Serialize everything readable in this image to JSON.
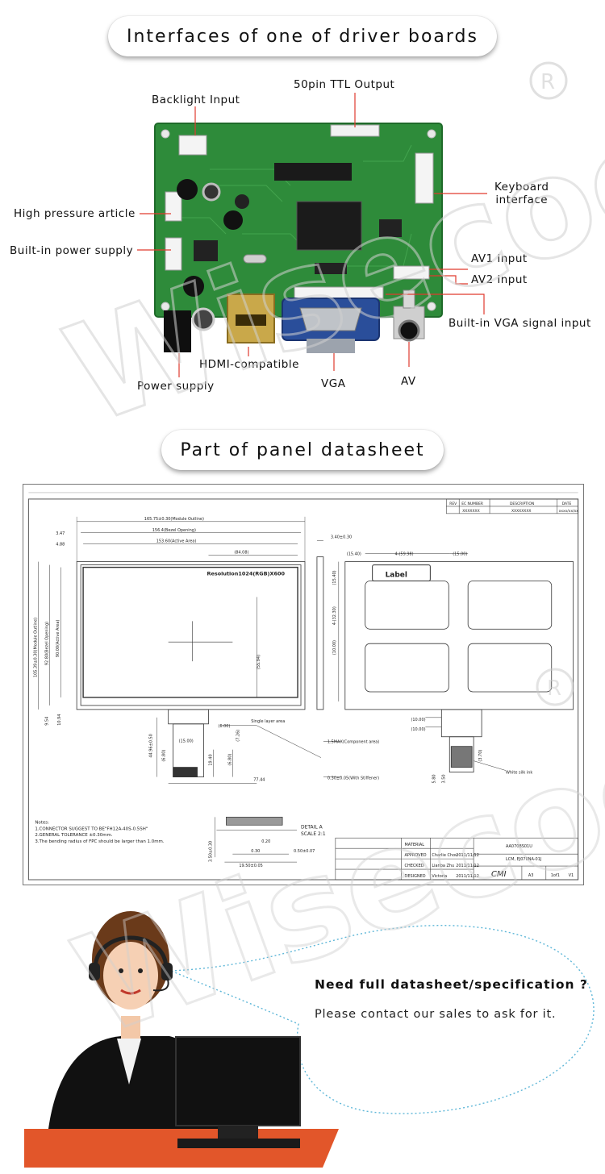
{
  "section1": {
    "title": "Interfaces of one of driver boards",
    "labels": {
      "ttl_output": "50pin TTL Output",
      "backlight_input": "Backlight Input",
      "keyboard_interface_line1": "Keyboard",
      "keyboard_interface_line2": "interface",
      "high_pressure_article": "High pressure article",
      "builtin_power_supply": "Built-in power supply",
      "av1_input": "AV1 input",
      "av2_input": "AV2 input",
      "builtin_vga_input": "Built-in VGA signal input",
      "hdmi_compatible": "HDMI-compatible",
      "power_supply": "Power supply",
      "vga": "VGA",
      "av": "AV"
    }
  },
  "section2": {
    "title": "Part of panel datasheet",
    "drawing": {
      "module_outline": "165.75±0.30(Module Outline)",
      "bezel_opening": "156.4(Bezel Opening)",
      "active_area": "153.60(Active Area)",
      "dim_347": "3.47",
      "dim_488": "4.88",
      "dim_8408": "(84.08)",
      "resolution": "Resolution1024(RGB)X600",
      "dim_5594": "(55.94)",
      "v_module_outline": "105.39±0.30(Module Outline)",
      "v_bezel_opening": "92.80(Bezel Opening)",
      "v_active_area": "90.00(Active Area)",
      "dim_954": "9.54",
      "dim_1094": "10.94",
      "single_layer": "Single layer area",
      "dim_600": "(6.00)",
      "dim_1500": "(15.00)",
      "dim_726": "(7.26)",
      "dim_4496": "44.96±0.50",
      "dim_680": "(6.80)",
      "dim_1940": "19.40",
      "dim_6801": "(6.80)",
      "dim_7744": "77.44",
      "dim_340": "3.40±0.30",
      "component_area": "1.5MAX(Component area)",
      "stiffener": "0.30±0.05(With Stiffener)",
      "dim_1540a": "(15.40)",
      "dim_5998": "4-(59.98)",
      "dim_1500b": "(15.00)",
      "label_box": "Label",
      "dim_1540b": "(15.40)",
      "dim_3230": "4-(32.30)",
      "dim_1000a": "(10.00)",
      "dim_1000b": "(10.00)",
      "dim_1000c": "(10.00)",
      "dim_370": "(3.70)",
      "dim_580": "5.80",
      "dim_350": "3.50",
      "white_ink": "White silk ink",
      "notes_title": "Notes:",
      "note1": "1.CONNECTOR SUGGEST TO BE\"FH12A-40S-0.5SH\"",
      "note2": "2.GENERAL TOLERANCE ±0.30mm.",
      "note3": "3.The bending radius of FPC should be larger than 1.0mm.",
      "detail": "DETAIL  A",
      "scale": "SCALE  2:1",
      "dim_020": "0.20",
      "dim_030": "0.30",
      "dim_050": "0.50±0.07",
      "dim_1950": "19.50±0.05",
      "dim_350b": "3.50±0.30",
      "tb_rev": "REV",
      "tb_ec": "EC NUMBER",
      "tb_desc": "DESCRIPTION",
      "tb_date": "DATE",
      "tb_x1": "XXXXXXX",
      "tb_x2": "XXXXXXXX",
      "tb_x3": "xxxx/xx/xx",
      "tb_approved": "APPROVED",
      "tb_checked": "CHECKED",
      "tb_designed": "DESIGNED",
      "tb_n1": "Charlie Chou",
      "tb_n2": "Lianba Zhu",
      "tb_n3": "Victoria",
      "tb_d1": "2011/11/12",
      "tb_d2": "2011/11/12",
      "tb_d3": "2011/11/12",
      "tb_material": "MATERIAL",
      "tb_part": "AA070BS01U",
      "tb_name": "LCM, EJ070NA-01J",
      "tb_cmi": "CMI",
      "tb_a3": "A3",
      "tb_sheet": "1of1",
      "tb_v1": "V1"
    }
  },
  "contact": {
    "title": "Need full datasheet/specification ?",
    "subtitle": "Please contact our sales to ask for it."
  },
  "watermark": {
    "text": "Wisecoco",
    "registered": "R"
  },
  "colors": {
    "pcb_green": "#2e8b3a",
    "board_bg": "#ffffff",
    "vga_blue": "#2a4e9a",
    "desk_orange": "#e2562a",
    "bubble_border": "#5fb7d8"
  }
}
